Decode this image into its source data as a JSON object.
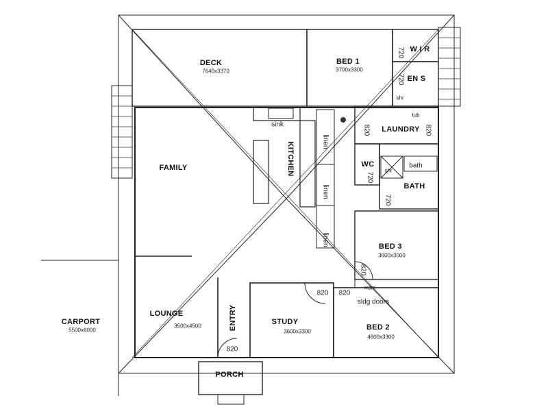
{
  "rooms": {
    "deck": {
      "name": "DECK",
      "dim": "7640x3370"
    },
    "bed1": {
      "name": "BED 1",
      "dim": "3700x3300"
    },
    "wir": {
      "name": "W I R"
    },
    "ens": {
      "name": "EN S"
    },
    "laundry": {
      "name": "LAUNDRY"
    },
    "family": {
      "name": "FAMILY"
    },
    "kitchen": {
      "name": "KITCHEN"
    },
    "wc": {
      "name": "WC"
    },
    "bath": {
      "name": "BATH"
    },
    "bed3": {
      "name": "BED 3",
      "dim": "3600x3000"
    },
    "lounge": {
      "name": "LOUNGE",
      "dim": "3500x4500"
    },
    "entry": {
      "name": "ENTRY"
    },
    "study": {
      "name": "STUDY",
      "dim": "3600x3300"
    },
    "bed2": {
      "name": "BED 2",
      "dim": "4600x3300"
    },
    "carport": {
      "name": "CARPORT",
      "dim": "5500x6000"
    },
    "porch": {
      "name": "PORCH"
    }
  },
  "fixtures": {
    "sink_kitchen": "sink",
    "linen1": "linen",
    "linen2": "linen",
    "linen3": "linen",
    "shr_ens": "shr",
    "shr_bath": "shr",
    "bath": "bath",
    "tub": "tub",
    "robe": "robe",
    "sldg_doors": "sldg  doors"
  },
  "doors": {
    "wir": "720",
    "ens": "720",
    "laundry_left": "820",
    "laundry_right": "820",
    "wc": "720",
    "bath": "720",
    "bed3": "820",
    "study": "820",
    "bed2": "820",
    "entry": "820"
  }
}
